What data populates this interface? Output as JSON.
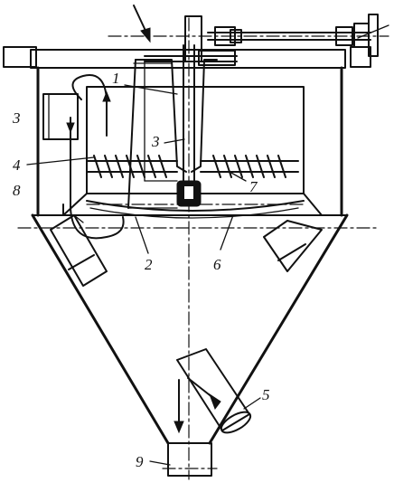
{
  "labels": {
    "l1": "1",
    "l2": "2",
    "l3a": "3",
    "l3b": "3",
    "l4": "4",
    "l5": "5",
    "l6": "6",
    "l7": "7",
    "l8": "8",
    "l9": "9"
  }
}
